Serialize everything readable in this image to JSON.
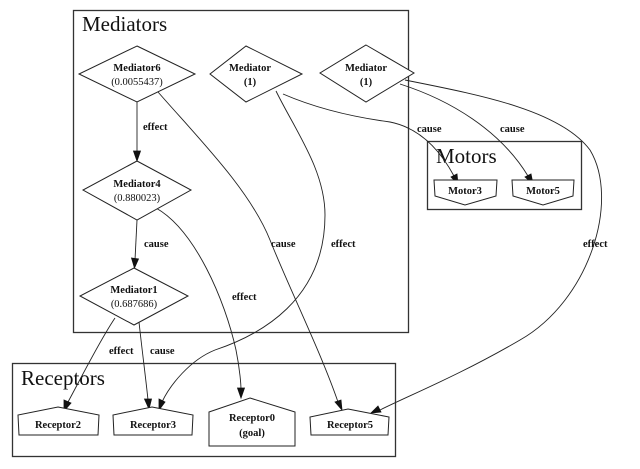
{
  "clusters": {
    "mediators": {
      "label": "Mediators"
    },
    "motors": {
      "label": "Motors"
    },
    "receptors": {
      "label": "Receptors"
    }
  },
  "nodes": {
    "mediator6": {
      "name": "Mediator6",
      "value": "(0.0055437)"
    },
    "mediator_a": {
      "name": "Mediator",
      "value": "(1)"
    },
    "mediator_b": {
      "name": "Mediator",
      "value": "(1)"
    },
    "mediator4": {
      "name": "Mediator4",
      "value": "(0.880023)"
    },
    "mediator1": {
      "name": "Mediator1",
      "value": "(0.687686)"
    },
    "motor3": {
      "name": "Motor3"
    },
    "motor5": {
      "name": "Motor5"
    },
    "receptor2": {
      "name": "Receptor2"
    },
    "receptor3": {
      "name": "Receptor3"
    },
    "receptor0": {
      "name": "Receptor0",
      "value": "(goal)"
    },
    "receptor5": {
      "name": "Receptor5"
    }
  },
  "edges": [
    {
      "from": "Mediator6",
      "to": "Mediator4",
      "label": "effect"
    },
    {
      "from": "Mediator6",
      "to": "Receptor5",
      "label": "cause"
    },
    {
      "from": "Mediator4",
      "to": "Mediator1",
      "label": "cause"
    },
    {
      "from": "Mediator4",
      "to": "Receptor0",
      "label": "effect"
    },
    {
      "from": "Mediator1",
      "to": "Receptor2",
      "label": "effect"
    },
    {
      "from": "Mediator1",
      "to": "Receptor3",
      "label": "cause"
    },
    {
      "from": "Mediator (1)",
      "to": "Motor3",
      "label": "cause"
    },
    {
      "from": "Mediator (1)",
      "to": "Receptor3",
      "label": "effect"
    },
    {
      "from": "Mediator (1)",
      "to": "Motor5",
      "label": "cause"
    },
    {
      "from": "Mediator (1)",
      "to": "Receptor5",
      "label": "effect"
    }
  ]
}
